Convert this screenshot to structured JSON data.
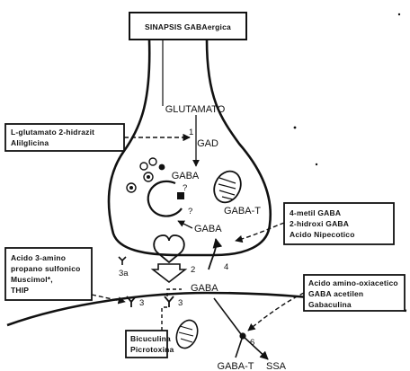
{
  "title_box": "SINAPSIS GABAergica",
  "labels": {
    "glutamato": "GLUTAMATO",
    "gad": "GAD",
    "gaba_vesicle": "GABA",
    "gaba_t_mito": "GABA-T",
    "gaba_cyto": "GABA",
    "gaba_cleft": "GABA",
    "gaba_t_post": "GABA-T",
    "ssa": "SSA"
  },
  "numbers": {
    "n1": "1",
    "q1": "?",
    "q2": "?",
    "n2": "2",
    "n3a": "3a",
    "n3": "3",
    "n3b": "3",
    "n4": "4",
    "n6": "6"
  },
  "boxes": {
    "gad_inhibitors": [
      "L-glutamato 2-hidrazit",
      "Alilglicina"
    ],
    "gaba_t_inhibitors": [
      "4-metil GABA",
      "2-hidroxi GABA",
      "Acido Nipecotico"
    ],
    "agonists": [
      "Acido 3-amino",
      "propano sulfonico",
      "Muscimol*,",
      "THIP"
    ],
    "uptake_inhibitors": [
      "Acido amino-oxiacetico",
      "GABA acetilen",
      "Gabaculina"
    ],
    "antagonists": [
      "Bicuculina",
      "Picrotoxina"
    ]
  }
}
